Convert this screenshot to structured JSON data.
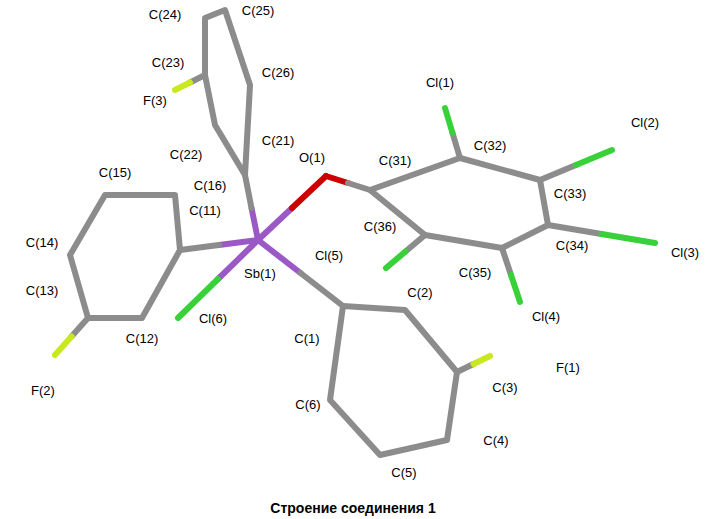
{
  "diagram": {
    "caption": "Строение соединения 1",
    "labels": [
      "C(24)",
      "C(25)",
      "C(23)",
      "C(26)",
      "F(3)",
      "Cl(1)",
      "Cl(2)",
      "C(21)",
      "C(22)",
      "O(1)",
      "C(31)",
      "C(32)",
      "C(15)",
      "C(16)",
      "C(33)",
      "C(11)",
      "C(36)",
      "C(14)",
      "Cl(5)",
      "C(34)",
      "Cl(3)",
      "Sb(1)",
      "C(35)",
      "C(2)",
      "C(13)",
      "C(12)",
      "Cl(6)",
      "C(1)",
      "Cl(4)",
      "F(1)",
      "C(3)",
      "F(2)",
      "C(6)",
      "C(4)",
      "C(5)"
    ]
  }
}
